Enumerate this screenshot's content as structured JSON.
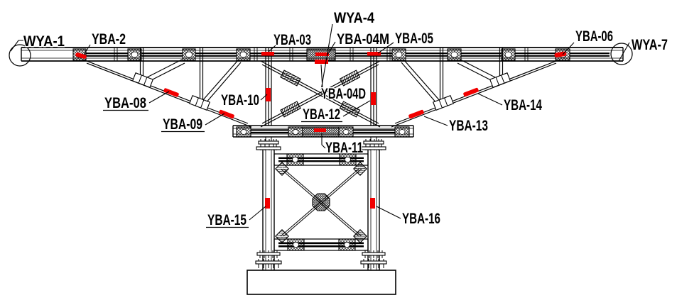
{
  "diagram": {
    "title": "Truss bracket elevation with sensor layout",
    "type": "structural-elevation-drawing",
    "colors": {
      "line": "#000000",
      "marker": "#f20000",
      "background": "#ffffff"
    },
    "labels": {
      "wya1": "WYA-1",
      "yba2": "YBA-2",
      "yba03": "YBA-03",
      "wya4": "WYA-4",
      "yba04m": "YBA-04M",
      "yba05": "YBA-05",
      "yba06": "YBA-06",
      "wya7": "WYA-7",
      "yba08": "YBA-08",
      "yba09": "YBA-09",
      "yba10": "YBA-10",
      "yba04d": "YBA-04D",
      "yba12": "YBA-12",
      "yba11": "YBA-11",
      "yba13": "YBA-13",
      "yba14": "YBA-14",
      "yba15": "YBA-15",
      "yba16": "YBA-16"
    }
  }
}
